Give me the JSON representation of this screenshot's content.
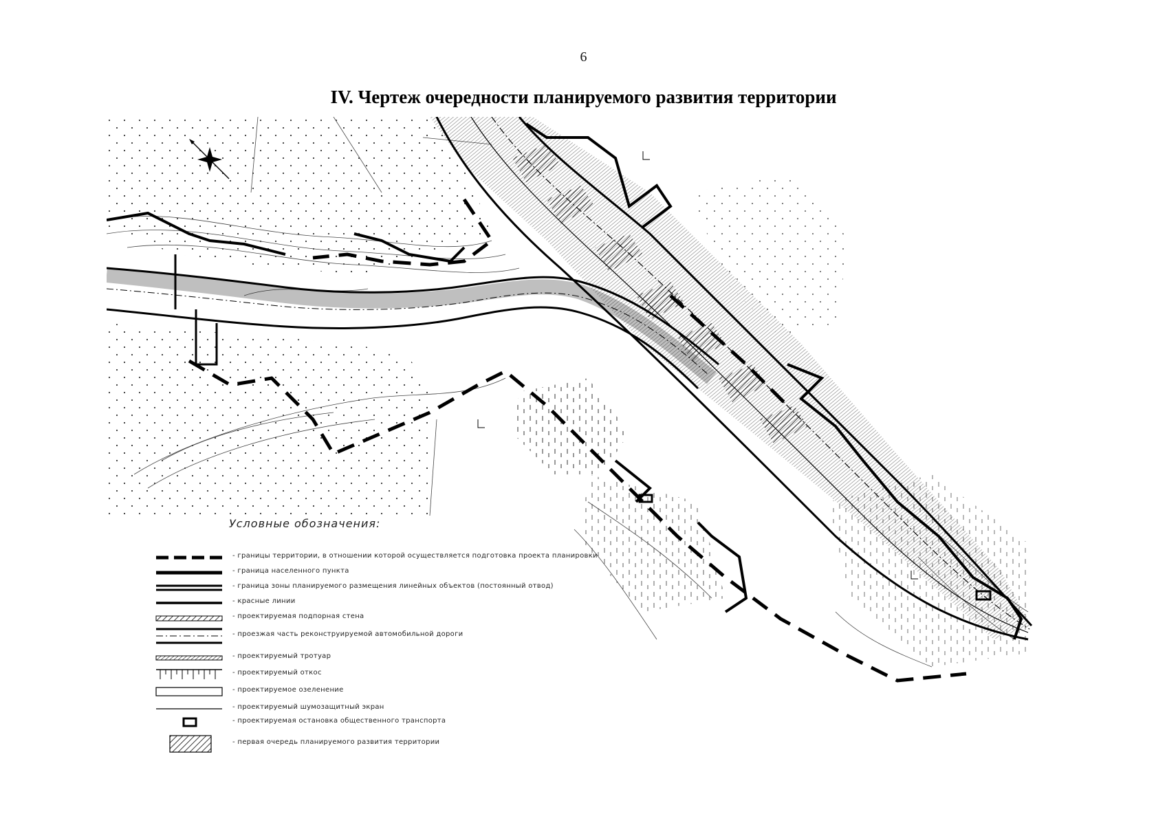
{
  "page_number": "6",
  "title": "IV. Чертеж очередности планируемого развития территории",
  "legend": {
    "title": "Условные обозначения:",
    "items": [
      {
        "label": "- границы территории, в отношении которой осуществляется подготовка проекта планировки"
      },
      {
        "label": "- граница населенного пункта"
      },
      {
        "label": "- граница зоны планируемого размещения линейных объектов (постоянный отвод)"
      },
      {
        "label": "- красные линии"
      },
      {
        "label": "- проектируемая подпорная стена"
      },
      {
        "label": "- проезжая часть реконструируемой автомобильной дороги"
      },
      {
        "label": "- проектируемый тротуар"
      },
      {
        "label": "- проектируемый откос"
      },
      {
        "label": "- проектируемое озеленение"
      },
      {
        "label": "- проектируемый шумозащитный экран"
      },
      {
        "label": "- проектируемая остановка общественного транспорта"
      },
      {
        "label": "- первая очередь планируемого развития территории"
      }
    ]
  },
  "map": {
    "north_arrow_icon": "compass-rose-icon",
    "line_color": "#000000",
    "background_color": "#ffffff"
  }
}
